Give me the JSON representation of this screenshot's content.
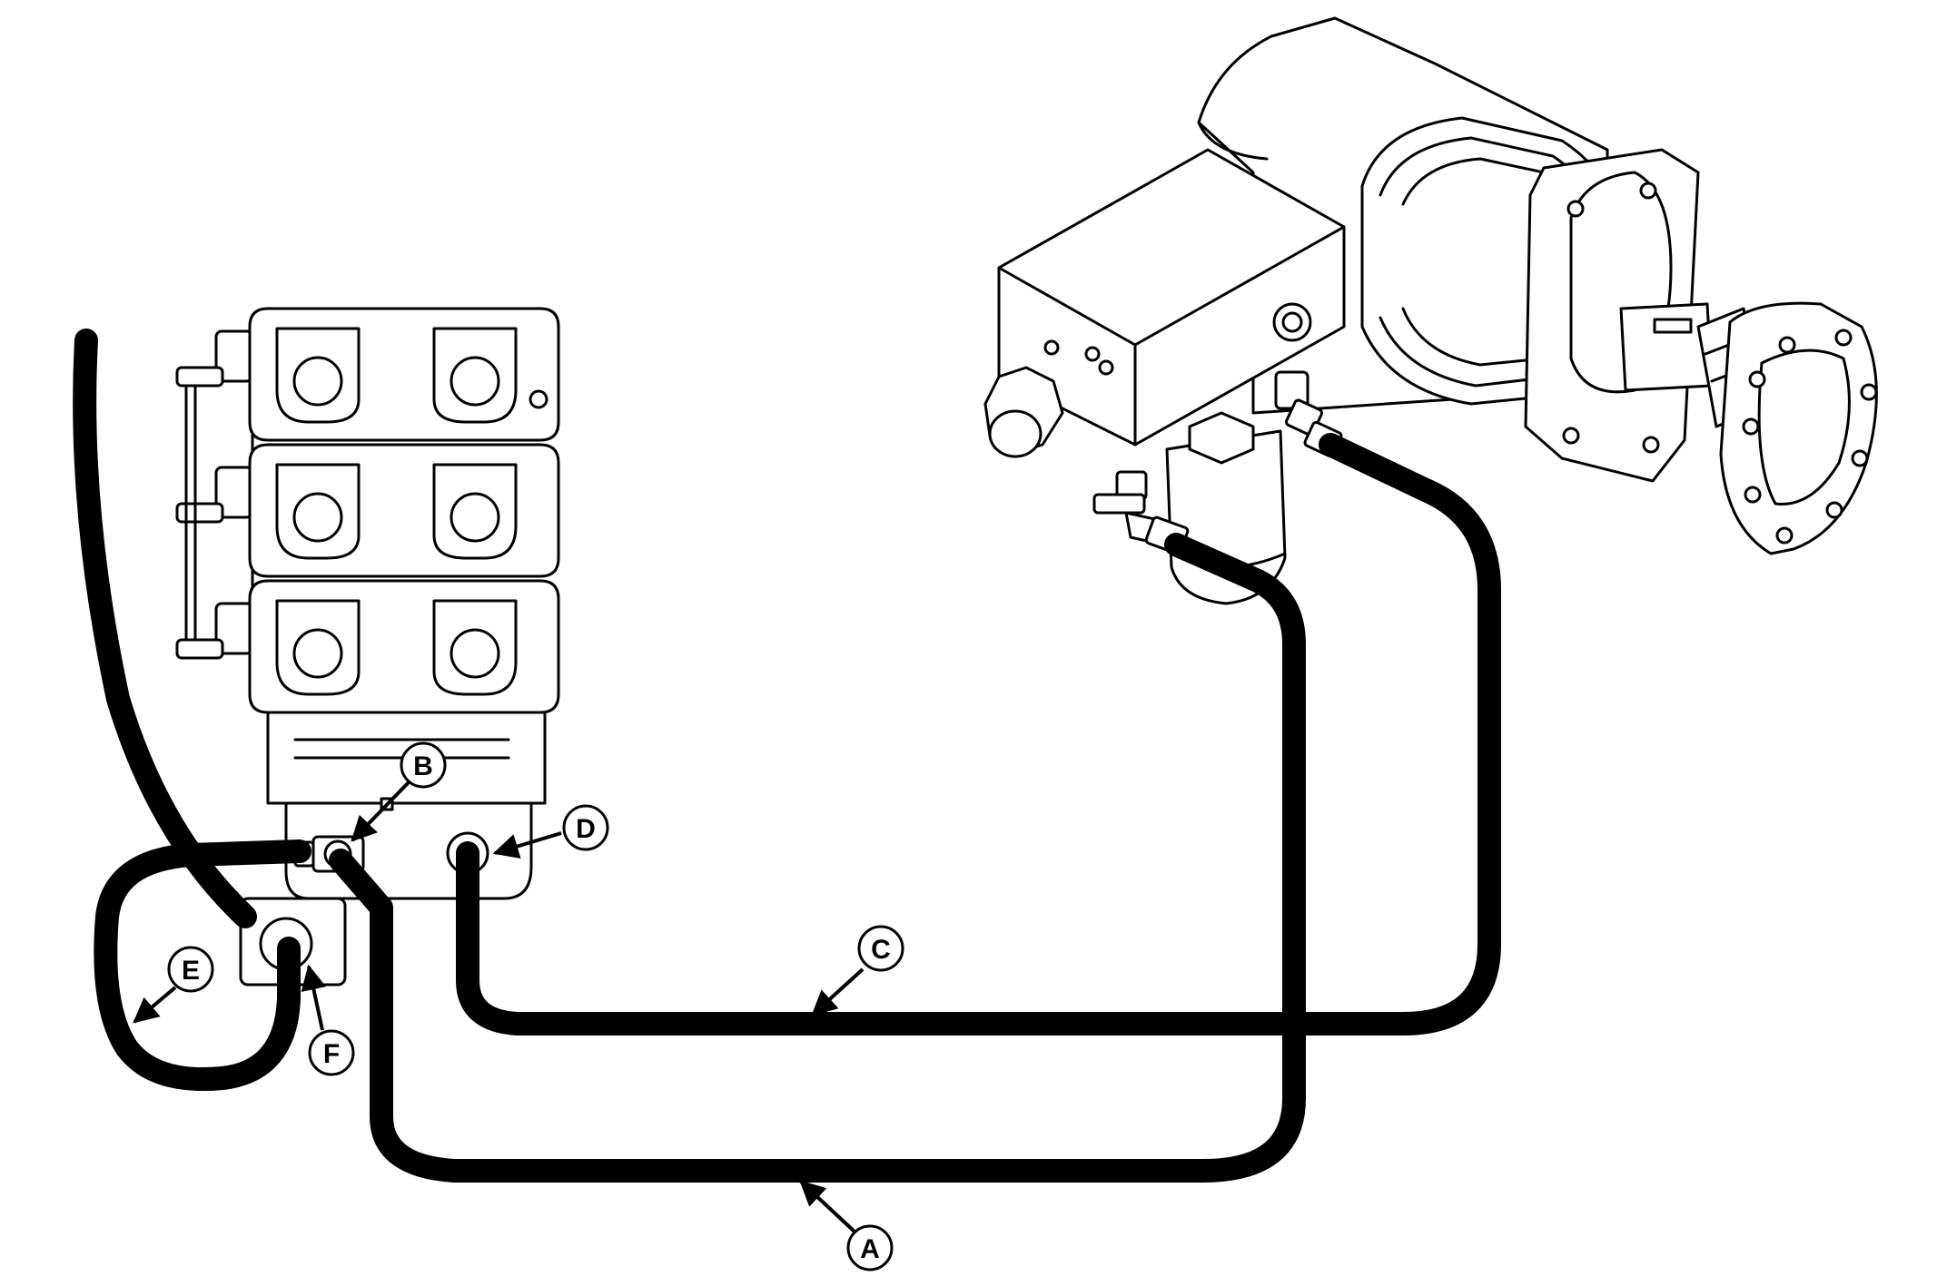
{
  "colors": {
    "line": "#000000",
    "background": "#ffffff"
  },
  "callouts": [
    {
      "id": "A",
      "label": "A"
    },
    {
      "id": "B",
      "label": "B"
    },
    {
      "id": "C",
      "label": "C"
    },
    {
      "id": "D",
      "label": "D"
    },
    {
      "id": "E",
      "label": "E"
    },
    {
      "id": "F",
      "label": "F"
    }
  ]
}
